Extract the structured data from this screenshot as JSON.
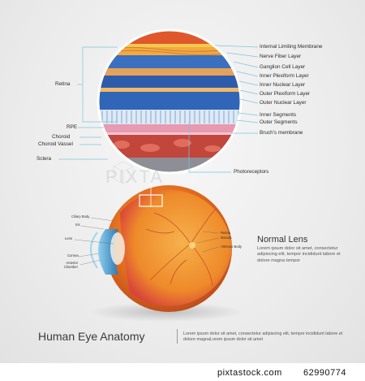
{
  "retina_labels": {
    "internal_limiting_membrane": "Internal Limiting Membrane",
    "nerve_fiber_layer": "Nerve Fiber Layer",
    "ganglion_cell_layer": "Ganglion Cell Layer",
    "inner_plexiform_layer": "Inner Plexiform Layer",
    "inner_nuclear_layer": "Inner Nuclear Layer",
    "outer_plexiform_layer": "Outer Plexiform Layer",
    "outer_nuclear_layer": "Outer Nuclear Layer",
    "inner_segments": "Inner Segments",
    "outer_segments": "Outer Segments",
    "bruchs_membrane": "Bruch's membrane",
    "photoreceptors": "Photoreceptors"
  },
  "left_labels": {
    "retina": "Retina",
    "rpe": "RPE",
    "choroid": "Choroid",
    "choroid_vassel": "Choroid Vassel",
    "sclera": "Sclera"
  },
  "eye_labels": {
    "ciliary_body": "Ciliary Body",
    "iris": "Iris",
    "lens": "Lens",
    "cornea": "Cornea",
    "anterior_chamber": "Anterior\nChamber",
    "retina": "Retina",
    "macula": "Macula",
    "vitreous_body": "Vitreous Body"
  },
  "normal_lens": {
    "title": "Normal Lens",
    "body": "Lorem ipsum dolor sit amet, consectetur adipiscing elit, tempor incididunt labore et dolore magna tempor"
  },
  "footer": {
    "title": "Human Eye Anatomy",
    "body": "Lorem ipsum dolor sit amet, consectetur adipiscing elit, tempor incididunt labore et dolore magnaLorem ipsum dolor sit amet"
  },
  "watermark": {
    "text": "PIXTA"
  },
  "stock": {
    "site": "pixtastock.com",
    "id": "62990774"
  },
  "colors": {
    "leader_line": "#7fc4df",
    "eyeball_orange": "#e8731f",
    "iris_blue": "#3f8fc4",
    "retina_red": "#d9463a"
  }
}
